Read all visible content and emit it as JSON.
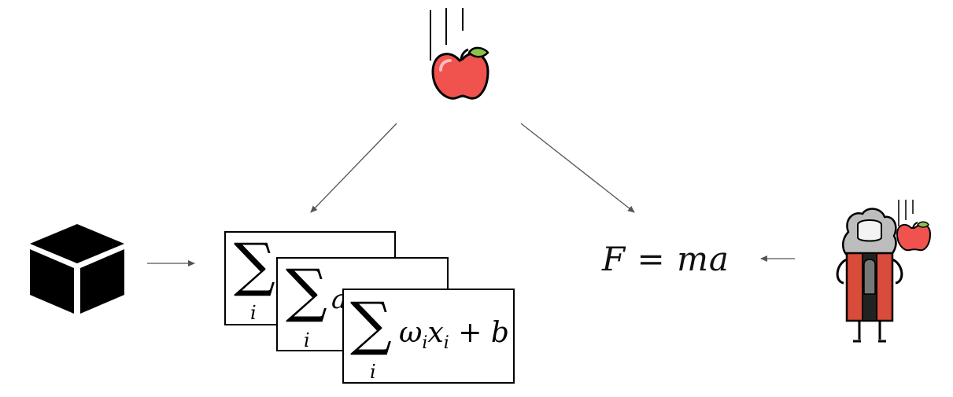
{
  "icons": {
    "falling_apple": "apple-icon",
    "black_box": "black-box-icon",
    "scientist": "newton-icon"
  },
  "equation_cards": [
    {
      "sum": "∑",
      "index": "i",
      "visible_fragment": ""
    },
    {
      "sum": "∑",
      "index": "i",
      "visible_fragment": "a"
    },
    {
      "sum": "∑",
      "index": "i",
      "omega": "ω",
      "omega_sub": "i",
      "x": "x",
      "x_sub": "i",
      "plus": "+",
      "b": "b"
    }
  ],
  "law": {
    "lhs": "F",
    "eq": "=",
    "rhs": "ma"
  },
  "colors": {
    "apple_red": "#f0524e",
    "leaf_green": "#8bc34a",
    "robe_red": "#d94b3a",
    "arrow_gray": "#555555"
  }
}
